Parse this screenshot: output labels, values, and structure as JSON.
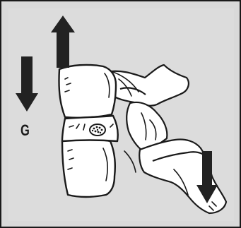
{
  "figure": {
    "force_label": "G",
    "colors": {
      "background": "#dcdcdc",
      "frame": "#1a1a1a",
      "ink": "#1a1a1a",
      "bone_fill": "#ffffff",
      "arrow": "#222222"
    },
    "arrows": [
      {
        "name": "upward-force-arrow",
        "direction": "up"
      },
      {
        "name": "gravity-arrow",
        "direction": "down"
      },
      {
        "name": "downward-force-arrow",
        "direction": "down"
      }
    ]
  }
}
